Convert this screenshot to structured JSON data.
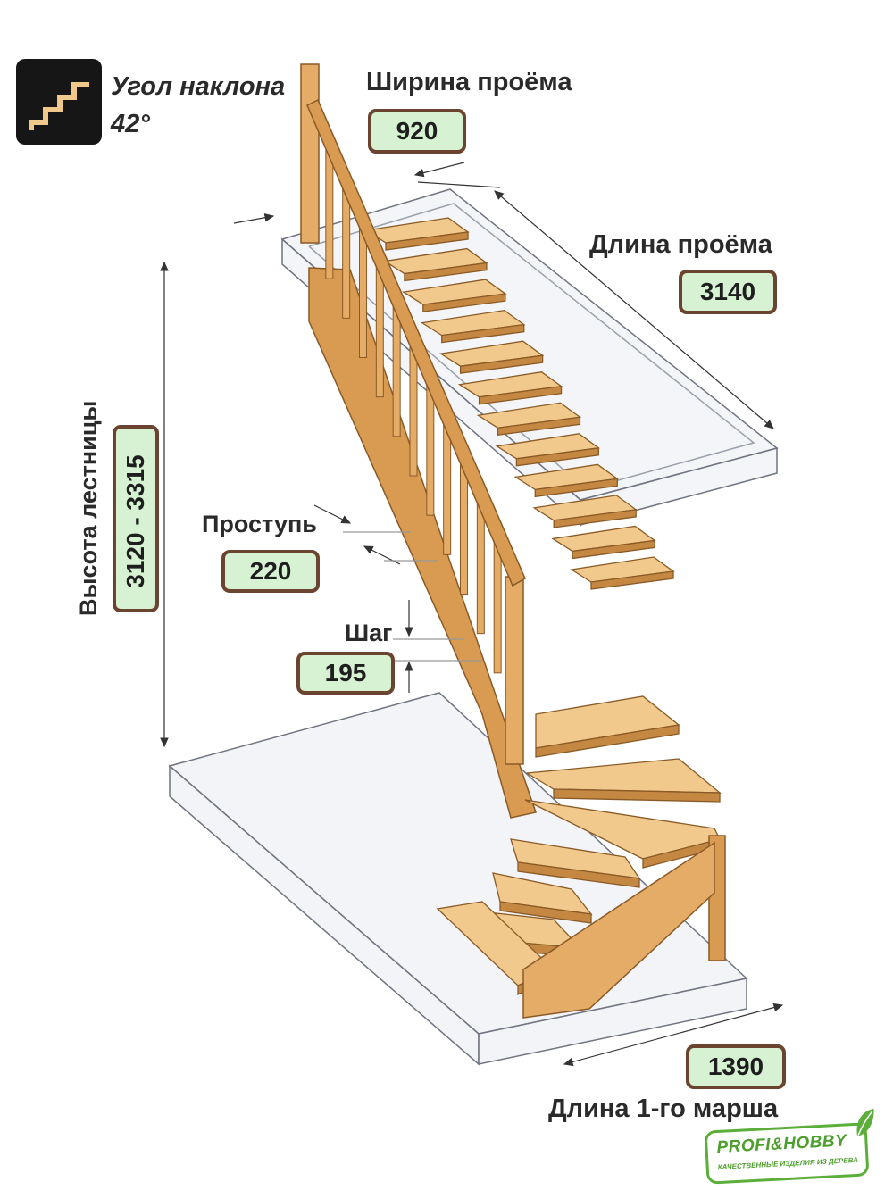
{
  "angle": {
    "label": "Угол наклона",
    "value": "42°",
    "icon": "stairs-icon"
  },
  "opening_width": {
    "label": "Ширина проёма",
    "value": "920"
  },
  "opening_length": {
    "label": "Длина проёма",
    "value": "3140"
  },
  "stair_height": {
    "label": "Высота лестницы",
    "value": "3120 - 3315"
  },
  "tread": {
    "label": "Проступь",
    "value": "220"
  },
  "step": {
    "label": "Шаг",
    "value": "195"
  },
  "first_flight": {
    "label": "Длина 1-го марша",
    "value": "1390"
  },
  "brand": {
    "name": "PROFI&HOBBY",
    "tagline": "КАЧЕСТВЕННЫЕ ИЗДЕЛИЯ ИЗ ДЕРЕВА",
    "icon": "leaf-icon"
  },
  "colors": {
    "wood": "#e4ac66",
    "wood_dark": "#c48843",
    "wood_light": "#f2c98c",
    "box_fill": "#d7f2d3",
    "box_border": "#6b4430",
    "brand_green": "#4d9f2e"
  }
}
